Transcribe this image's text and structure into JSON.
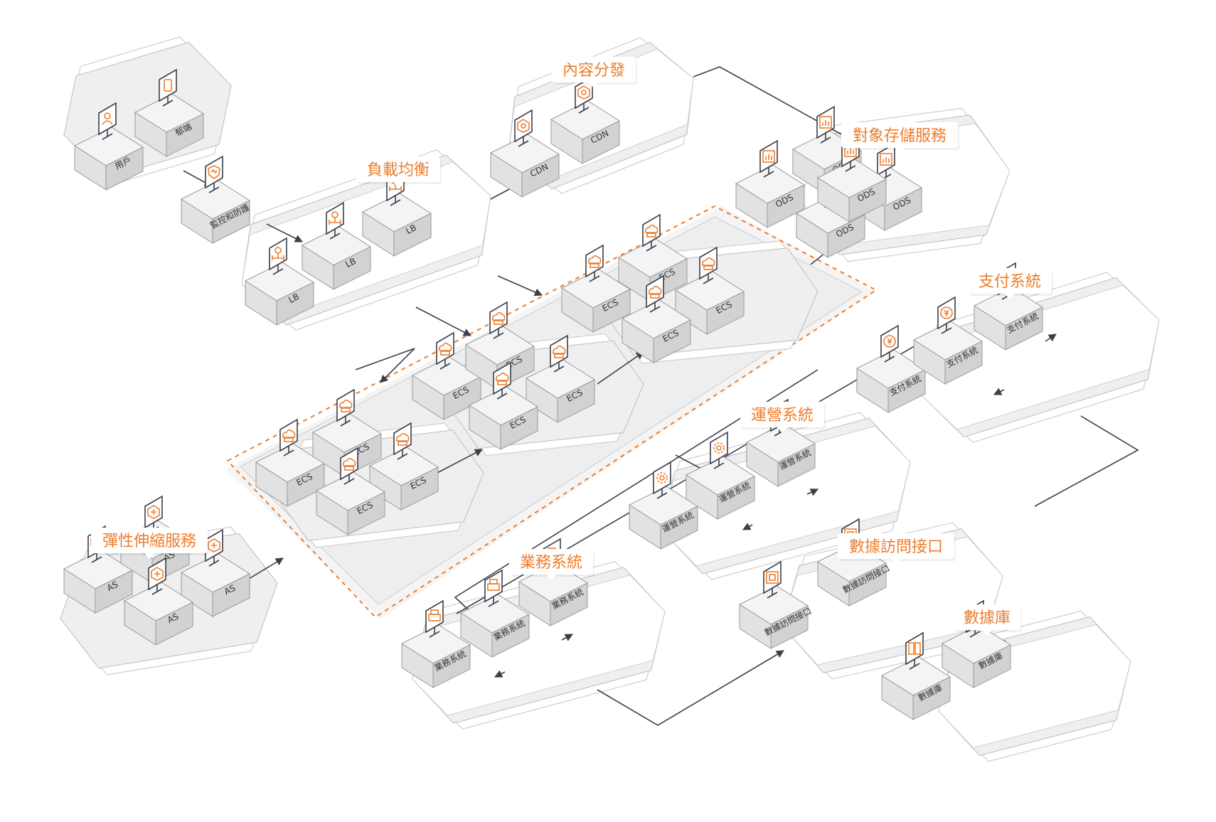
{
  "colors": {
    "accent": "#ee7d2b",
    "edge": "#3a3f4c",
    "zone_fill": "#efefef",
    "zone_stroke": "#bdbdbd",
    "box_top": "#f4f4f4",
    "box_left": "#e2e2e2",
    "box_right": "#d2d2d2"
  },
  "groups": {
    "client": {
      "items": [
        {
          "label": "用戶",
          "icon": "user-icon"
        },
        {
          "label": "郁端",
          "icon": "tablet-icon"
        }
      ]
    },
    "monitor": {
      "items": [
        {
          "label": "監控和防護",
          "icon": "shield-icon"
        }
      ]
    },
    "lb": {
      "title": "負載均衡",
      "items": [
        {
          "label": "LB",
          "icon": "load-balancer-icon"
        },
        {
          "label": "LB",
          "icon": "load-balancer-icon"
        },
        {
          "label": "LB",
          "icon": "load-balancer-icon"
        }
      ]
    },
    "cdn": {
      "title": "內容分發",
      "items": [
        {
          "label": "CDN",
          "icon": "cdn-icon"
        },
        {
          "label": "CDN",
          "icon": "cdn-icon"
        }
      ]
    },
    "oss": {
      "title": "對象存儲服務",
      "items": [
        {
          "label": "ODS",
          "icon": "storage-icon"
        },
        {
          "label": "ODS",
          "icon": "storage-icon"
        },
        {
          "label": "ODS",
          "icon": "storage-icon"
        },
        {
          "label": "ODS",
          "icon": "storage-icon"
        },
        {
          "label": "ODS",
          "icon": "storage-icon"
        }
      ]
    },
    "ecs_a": {
      "items": [
        {
          "label": "ECS",
          "icon": "cloud-server-icon"
        },
        {
          "label": "ECS",
          "icon": "cloud-server-icon"
        },
        {
          "label": "ECS",
          "icon": "cloud-server-icon"
        },
        {
          "label": "ECS",
          "icon": "cloud-server-icon"
        }
      ]
    },
    "ecs_b": {
      "items": [
        {
          "label": "ECS",
          "icon": "cloud-server-icon"
        },
        {
          "label": "ECS",
          "icon": "cloud-server-icon"
        },
        {
          "label": "ECS",
          "icon": "cloud-server-icon"
        },
        {
          "label": "ECS",
          "icon": "cloud-server-icon"
        }
      ]
    },
    "ecs_c": {
      "items": [
        {
          "label": "ECS",
          "icon": "cloud-server-icon"
        },
        {
          "label": "ECS",
          "icon": "cloud-server-icon"
        },
        {
          "label": "ECS",
          "icon": "cloud-server-icon"
        },
        {
          "label": "ECS",
          "icon": "cloud-server-icon"
        }
      ]
    },
    "as": {
      "title": "彈性伸縮服務",
      "items": [
        {
          "label": "AS",
          "icon": "auto-scaling-icon"
        },
        {
          "label": "AS",
          "icon": "auto-scaling-icon"
        },
        {
          "label": "AS",
          "icon": "auto-scaling-icon"
        },
        {
          "label": "AS",
          "icon": "auto-scaling-icon"
        }
      ]
    },
    "pay": {
      "title": "支付系統",
      "items": [
        {
          "label": "支付系統",
          "icon": "yen-icon"
        },
        {
          "label": "支付系統",
          "icon": "yen-icon"
        },
        {
          "label": "支付系統",
          "icon": "yen-icon"
        }
      ]
    },
    "ops": {
      "title": "運營系統",
      "items": [
        {
          "label": "運營系統",
          "icon": "gear-icon"
        },
        {
          "label": "運營系統",
          "icon": "gear-icon"
        },
        {
          "label": "運營系統",
          "icon": "gear-icon"
        }
      ]
    },
    "biz": {
      "title": "業務系統",
      "items": [
        {
          "label": "業務系統",
          "icon": "printer-icon"
        },
        {
          "label": "業務系統",
          "icon": "printer-icon"
        },
        {
          "label": "業務系統",
          "icon": "printer-icon"
        }
      ]
    },
    "api": {
      "title": "數據訪問接口",
      "items": [
        {
          "label": "數據訪問接口",
          "icon": "api-icon"
        },
        {
          "label": "數據訪問接口",
          "icon": "api-icon"
        }
      ]
    },
    "db": {
      "title": "數據庫",
      "items": [
        {
          "label": "數據庫",
          "icon": "database-icon"
        },
        {
          "label": "數據庫",
          "icon": "database-icon"
        }
      ]
    }
  }
}
